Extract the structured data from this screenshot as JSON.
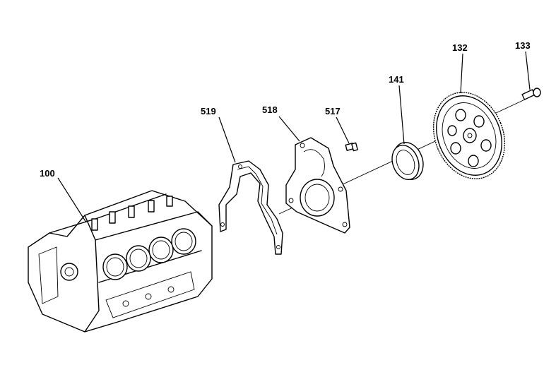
{
  "diagram": {
    "callouts": [
      {
        "id": "100",
        "label": "100",
        "part": "engine-block"
      },
      {
        "id": "519",
        "label": "519",
        "part": "rear-cover-gasket"
      },
      {
        "id": "518",
        "label": "518",
        "part": "rear-cover"
      },
      {
        "id": "517",
        "label": "517",
        "part": "rear-cover-bolt"
      },
      {
        "id": "141",
        "label": "141",
        "part": "rear-crankshaft-seal"
      },
      {
        "id": "132",
        "label": "132",
        "part": "flywheel"
      },
      {
        "id": "133",
        "label": "133",
        "part": "flywheel-bolt"
      }
    ],
    "colors": {
      "ink": "#000000",
      "background": "#ffffff"
    }
  }
}
